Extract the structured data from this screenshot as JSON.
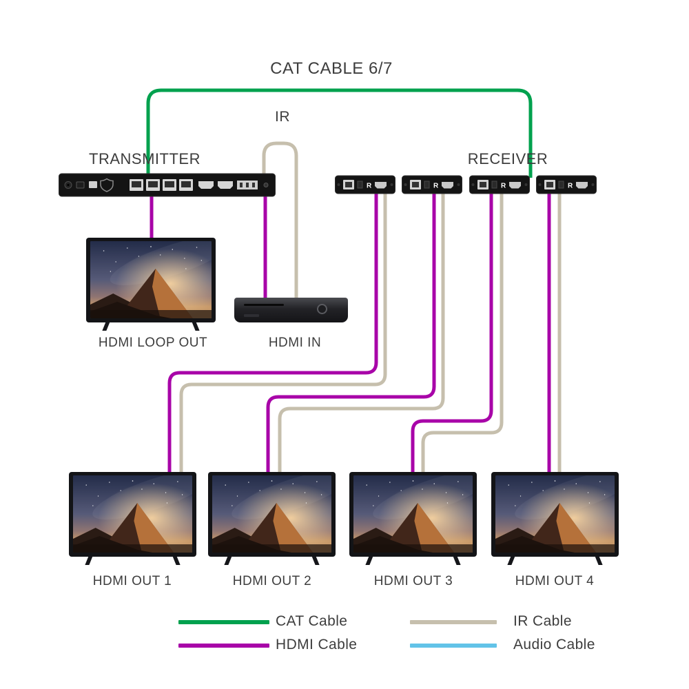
{
  "title": "CAT CABLE 6/7",
  "labels": {
    "ir": "IR",
    "transmitter": "TRANSMITTER",
    "receiver": "RECEIVER",
    "hdmi_loop_out": "HDMI LOOP OUT",
    "hdmi_in": "HDMI IN"
  },
  "outputs": [
    "HDMI OUT 1",
    "HDMI OUT 2",
    "HDMI OUT 3",
    "HDMI OUT 4"
  ],
  "devices": {
    "receiver_marking": "R",
    "receiver_count": 4
  },
  "legend": {
    "items": [
      {
        "id": "cat",
        "label": "CAT Cable"
      },
      {
        "id": "hdmi",
        "label": "HDMI Cable"
      },
      {
        "id": "ir",
        "label": "IR Cable"
      },
      {
        "id": "audio",
        "label": "Audio Cable"
      }
    ]
  },
  "colors": {
    "cat": "#00a14e",
    "hdmi": "#a805a8",
    "ir": "#c6bfad",
    "audio": "#62c3e8",
    "text": "#3d3d3d"
  }
}
